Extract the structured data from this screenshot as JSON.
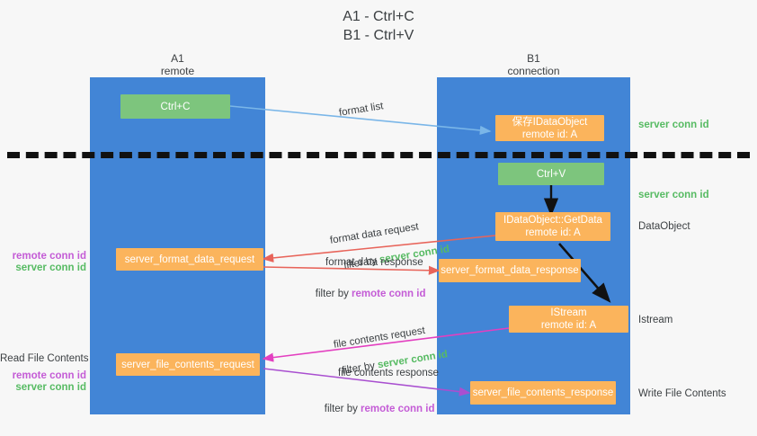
{
  "title": "A1 - Ctrl+C\nB1 - Ctrl+V",
  "colors": {
    "lane": "#4285d6",
    "green_box": "#7dc57d",
    "orange_box": "#fbb45c",
    "server_conn_id": "#57bb63",
    "remote_conn_id": "#c45cd6",
    "background": "#f7f7f7",
    "divider": "#111111",
    "arrow_format_list": "#7ab6e8",
    "arrow_format_data": "#e8645a",
    "arrow_file_request": "#e33fc0",
    "arrow_file_response": "#a94fd0",
    "arrow_black": "#111111"
  },
  "lanes": [
    {
      "name": "A1",
      "subtitle": "remote"
    },
    {
      "name": "B1",
      "subtitle": "connection"
    }
  ],
  "boxes": {
    "ctrl_c": {
      "title": "Ctrl+C",
      "sub": ""
    },
    "save_idataobject": {
      "title": "保存IDataObject",
      "sub": "remote id: A"
    },
    "ctrl_v": {
      "title": "Ctrl+V",
      "sub": ""
    },
    "getdata": {
      "title": "IDataObject::GetData",
      "sub": "remote id: A"
    },
    "server_format_data_request": {
      "title": "server_format_data_request",
      "sub": ""
    },
    "server_format_data_response": {
      "title": "server_format_data_response",
      "sub": ""
    },
    "istream": {
      "title": "IStream",
      "sub": "remote id: A"
    },
    "server_file_contents_request": {
      "title": "server_file_contents_request",
      "sub": ""
    },
    "server_file_contents_response": {
      "title": "server_file_contents_response",
      "sub": ""
    }
  },
  "edge_labels": {
    "format_list": "format list",
    "format_data_request": "format data request",
    "format_data_request_filter_prefix": "filter by ",
    "format_data_request_filter_value": "server conn id",
    "format_data_response": "format data response",
    "format_data_response_filter_prefix": "filter by ",
    "format_data_response_filter_value": "remote conn id",
    "file_contents_request": "file contents request",
    "file_contents_request_filter_prefix": "filter by ",
    "file_contents_request_filter_value": "server conn id",
    "file_contents_response": "file contents response",
    "file_contents_response_filter_prefix": "filter by ",
    "file_contents_response_filter_value": "remote conn id"
  },
  "annotations": {
    "right_server_conn_id_top": "server conn id",
    "right_server_conn_id_mid": "server conn id",
    "dataobject": "DataObject",
    "istream": "Istream",
    "write_file_contents": "Write File Contents",
    "read_file_contents": "Read File Contents",
    "left_remote_conn_id_1": "remote conn id",
    "left_server_conn_id_1": "server conn id",
    "left_remote_conn_id_2": "remote conn id",
    "left_server_conn_id_2": "server conn id"
  }
}
